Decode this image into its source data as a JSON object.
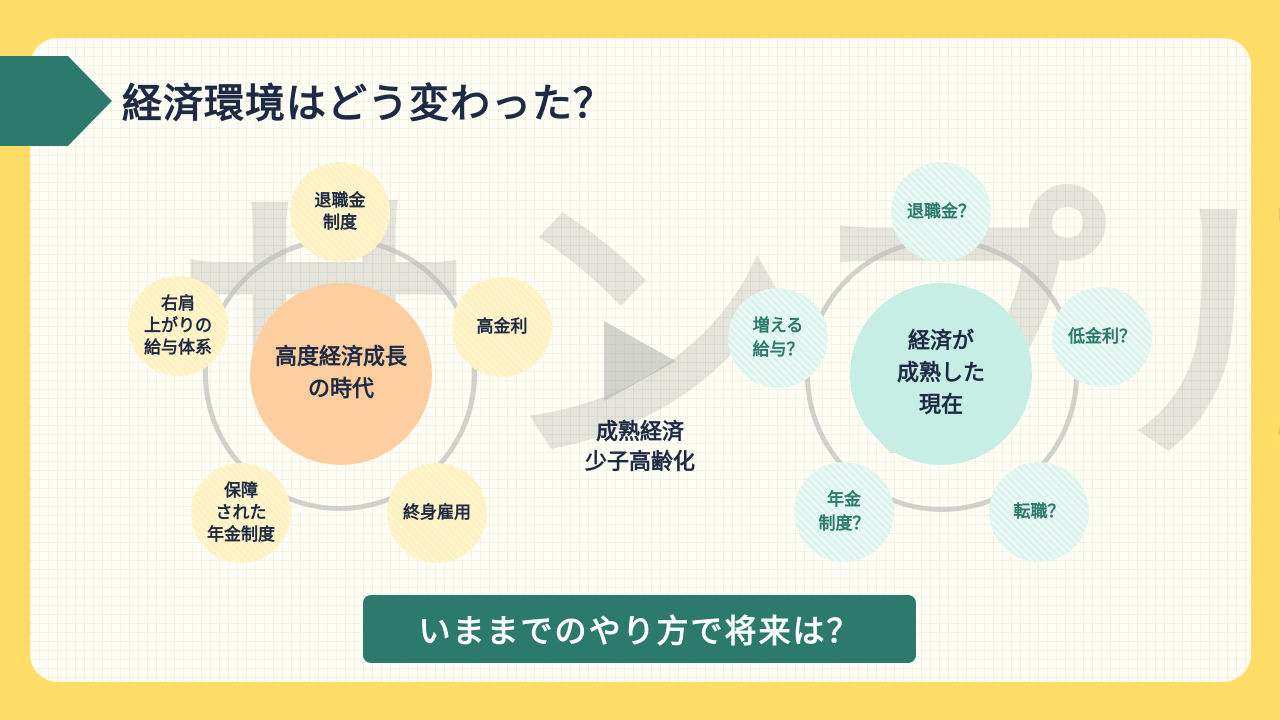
{
  "title": "経済環境はどう変わった？",
  "watermark": "サンプル",
  "left_diagram": {
    "center": "高度経済成長\nの時代",
    "nodes": {
      "top": "退職金\n制度",
      "right": "高金利",
      "bottom_right": "終身雇用",
      "bottom_left": "保障\nされた\n年金制度",
      "left": "右肩\n上がりの\n給与体系"
    }
  },
  "middle_label": "成熟経済\n少子高齢化",
  "right_diagram": {
    "center": "経済が\n成熟した\n現在",
    "nodes": {
      "top": "退職金？",
      "right": "低金利？",
      "bottom_right": "転職？",
      "bottom_left": "年金\n制度？",
      "left": "増える\n給与？"
    }
  },
  "banner": "いままでのやり方で将来は？",
  "colors": {
    "background": "#FFDD66",
    "accent": "#2B7A6B",
    "text": "#1E2A44",
    "left_center": "#FDCFA0",
    "right_center": "#C7EEE5",
    "left_node": "#FFF1BE",
    "right_node": "#DDF4EE"
  }
}
